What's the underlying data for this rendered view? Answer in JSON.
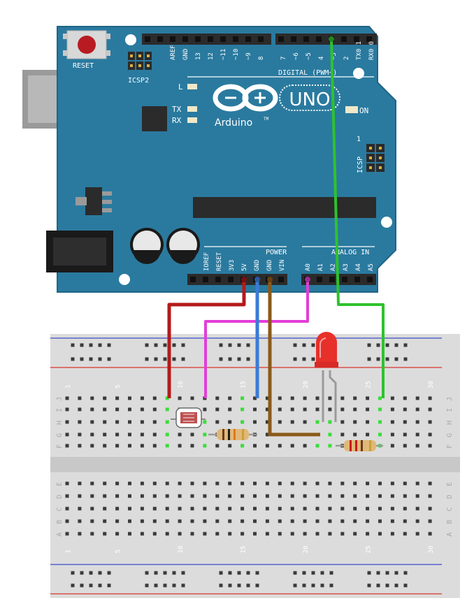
{
  "board": {
    "reset_label": "RESET",
    "icsp2_label": "ICSP2",
    "icsp_label": "ICSP",
    "icsp_pin1": "1",
    "aref_label": "AREF",
    "gnd_label": "GND",
    "digital_label": "DIGITAL (PWM~)",
    "led_l_label": "L",
    "tx_label": "TX",
    "rx_label": "RX",
    "on_label": "ON",
    "uno_label": "UNO",
    "brand_label": "Arduino",
    "tm_label": "TM",
    "power_label": "POWER",
    "analog_label": "ANALOG IN",
    "digital_pins_left": [
      "13",
      "12",
      "~11",
      "~10",
      "~9",
      "8"
    ],
    "digital_pins_right": [
      "7",
      "~6",
      "~5",
      "4",
      "~3",
      "2",
      "TX0 1",
      "RX0 0"
    ],
    "power_pins": [
      "IOREF",
      "RESET",
      "3V3",
      "5V",
      "GND",
      "GND",
      "VIN"
    ],
    "analog_pins": [
      "A0",
      "A1",
      "A2",
      "A3",
      "A4",
      "A5"
    ]
  },
  "breadboard": {
    "row_letters_top": [
      "J",
      "I",
      "H",
      "G",
      "F"
    ],
    "row_letters_bottom": [
      "E",
      "D",
      "C",
      "B",
      "A"
    ],
    "column_numbers": [
      "1",
      "5",
      "10",
      "15",
      "20",
      "25",
      "30"
    ]
  },
  "colors": {
    "board": "#2a7a9f",
    "wire_5v": "#b41a1a",
    "wire_a0": "#e23fd8",
    "wire_gnd_blue": "#3a7bd5",
    "wire_gnd_brown": "#8b5a1a",
    "wire_d3": "#2ec22e",
    "led": "#e8302a"
  }
}
